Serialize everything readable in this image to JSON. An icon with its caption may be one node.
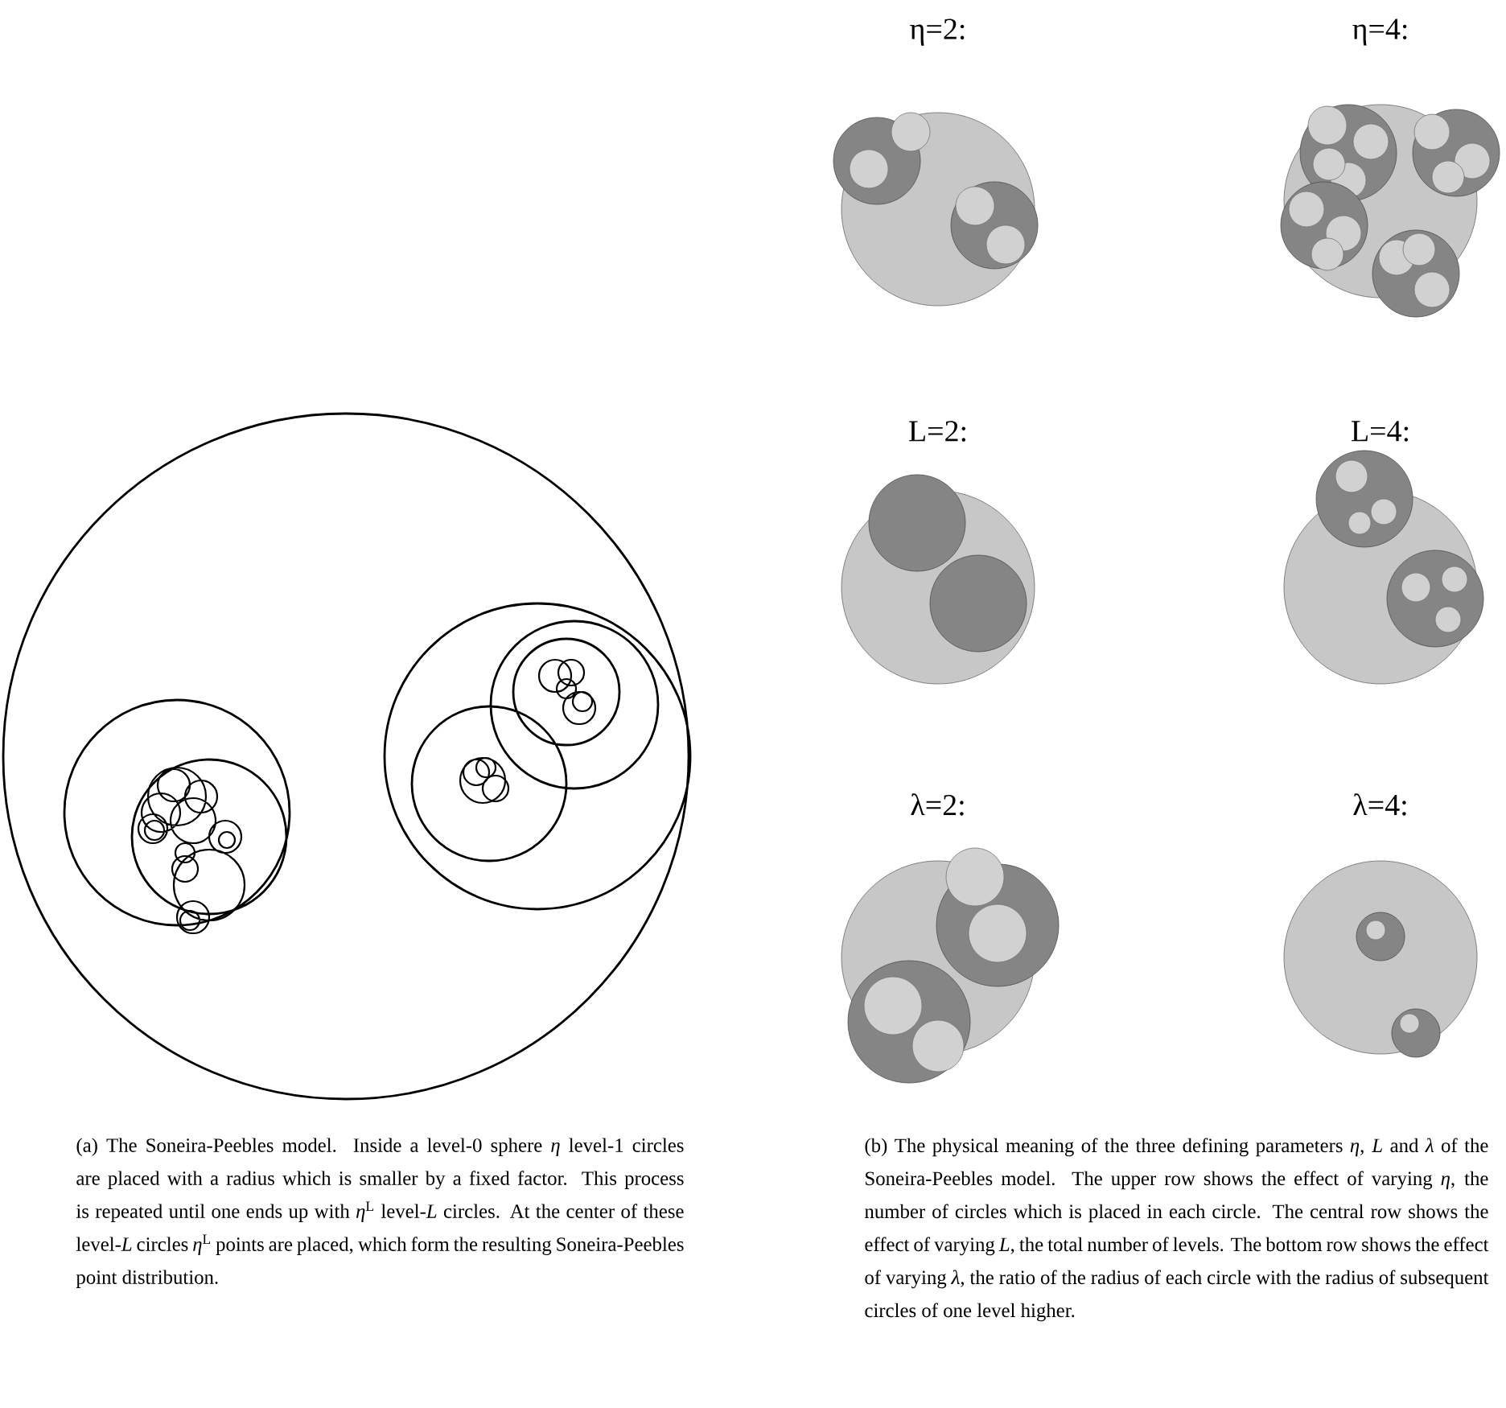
{
  "diagram": {
    "labels": [
      "η=2:",
      "η=4:",
      "L=2:",
      "L=4:",
      "λ=2:",
      "λ=4:",
      "(a) The Soneira-Peebles model. Inside a level-0 sphere *η* level-1 circles are placed with a radius which is smaller by a fixed factor. This process is repeated until one ends up with *η*$^{L}$ level-*L* circles. At the center of these level-*L* circles *η*$^{L}$ points are placed, which form the resulting Soneira-Peebles point distribution.",
      "(b) The physical meaning of the three defining parameters *η*, *L* and *λ* of the Soneira-Peebles model. The upper row shows the effect of varying *η*, the number of circles which is placed in each circle. The central row shows the effect of varying *L*, the total number of levels. The bottom row shows the effect of varying *λ*, the ratio of the radius of each circle with the radius of subsequent circles of one level higher."
    ]
  }
}
